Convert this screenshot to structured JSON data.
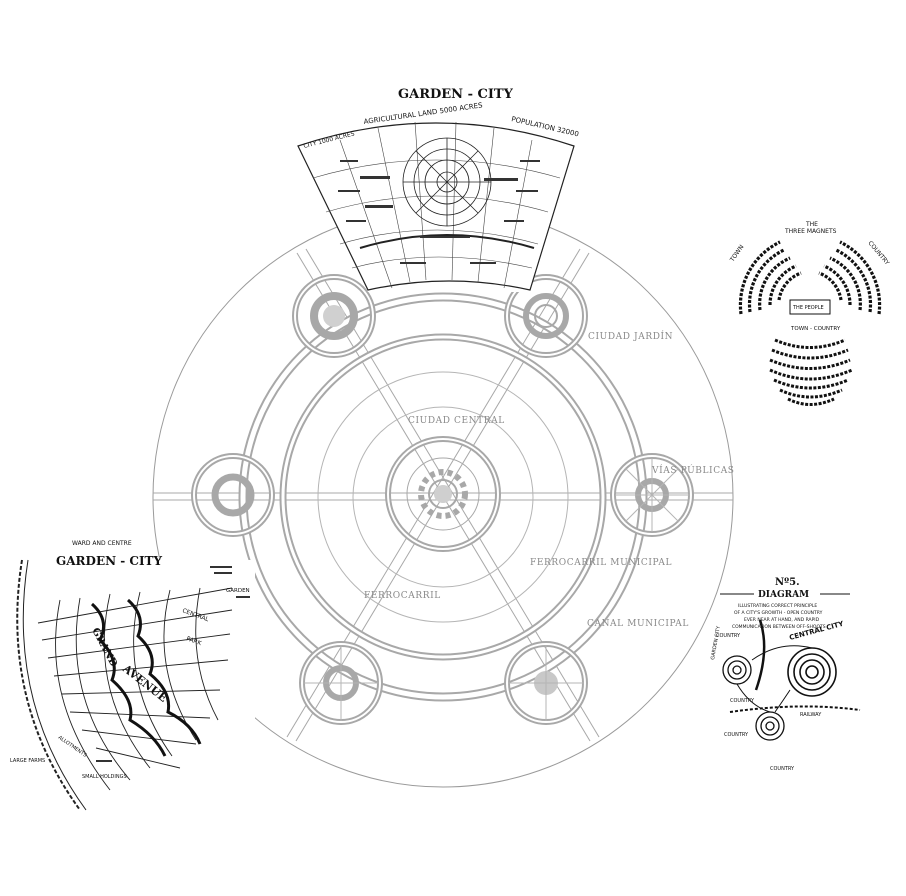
{
  "main_diagram": {
    "labels": {
      "ciudad_jardin": "CIUDAD JARDÍN",
      "ciudad_central": "CIUDAD CENTRAL",
      "vias_publicas": "VÍAS PÚBLICAS",
      "ferrocarril_municipal": "FERROCARRIL MUNICIPAL",
      "ferrocarril": "FERROCARRIL",
      "canal_municipal": "CANAL MUNICIPAL"
    }
  },
  "garden_city_plate": {
    "title": "GARDEN - CITY",
    "city_area": "CITY 1000 ACRES",
    "agricultural_land": "AGRICULTURAL LAND 5000 ACRES",
    "population": "POPULATION 32000"
  },
  "three_magnets_plate": {
    "the": "THE",
    "title": "THREE MAGNETS",
    "town": "TOWN",
    "country": "COUNTRY",
    "the_people": "THE PEOPLE",
    "town_country": "TOWN - COUNTRY"
  },
  "ward_plate": {
    "heading": "WARD AND CENTRE",
    "title": "GARDEN - CITY",
    "grand": "GRAND",
    "avenue": "AVENUE",
    "central": "CENTRAL",
    "park": "PARK",
    "garden": "GARDEN",
    "allotments": "ALLOTMENTS",
    "large_farms": "LARGE FARMS",
    "small_holdings": "SMALL HOLDINGS"
  },
  "diagram5_plate": {
    "number": "Nº5.",
    "title": "DIAGRAM",
    "subtitle_lines": [
      "ILLUSTRATING CORRECT PRINCIPLE",
      "OF A CITY'S GROWTH - OPEN COUNTRY",
      "EVER NEAR AT HAND, AND RAPID",
      "COMMUNICATION BETWEEN OFF-SHOOTS"
    ],
    "country": "COUNTRY",
    "garden_city": "GARDEN CITY",
    "central_city": "CENTRAL CITY",
    "railway": "RAILWAY"
  }
}
